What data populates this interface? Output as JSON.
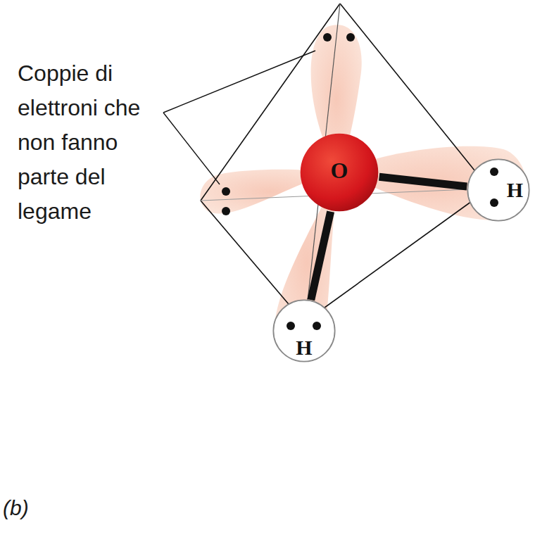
{
  "diagram": {
    "nodes": [
      {
        "text": [
          "O"
        ]
      },
      {
        "text": [
          "H"
        ]
      },
      {
        "text": [
          "H"
        ]
      }
    ],
    "edges": [
      {
        "from": 0,
        "to": 1,
        "arrow": "none"
      },
      {
        "from": 0,
        "to": 2,
        "arrow": "none"
      }
    ],
    "labels": [
      "Coppie di elettroni che non fanno parte del legame",
      "(b)"
    ]
  }
}
